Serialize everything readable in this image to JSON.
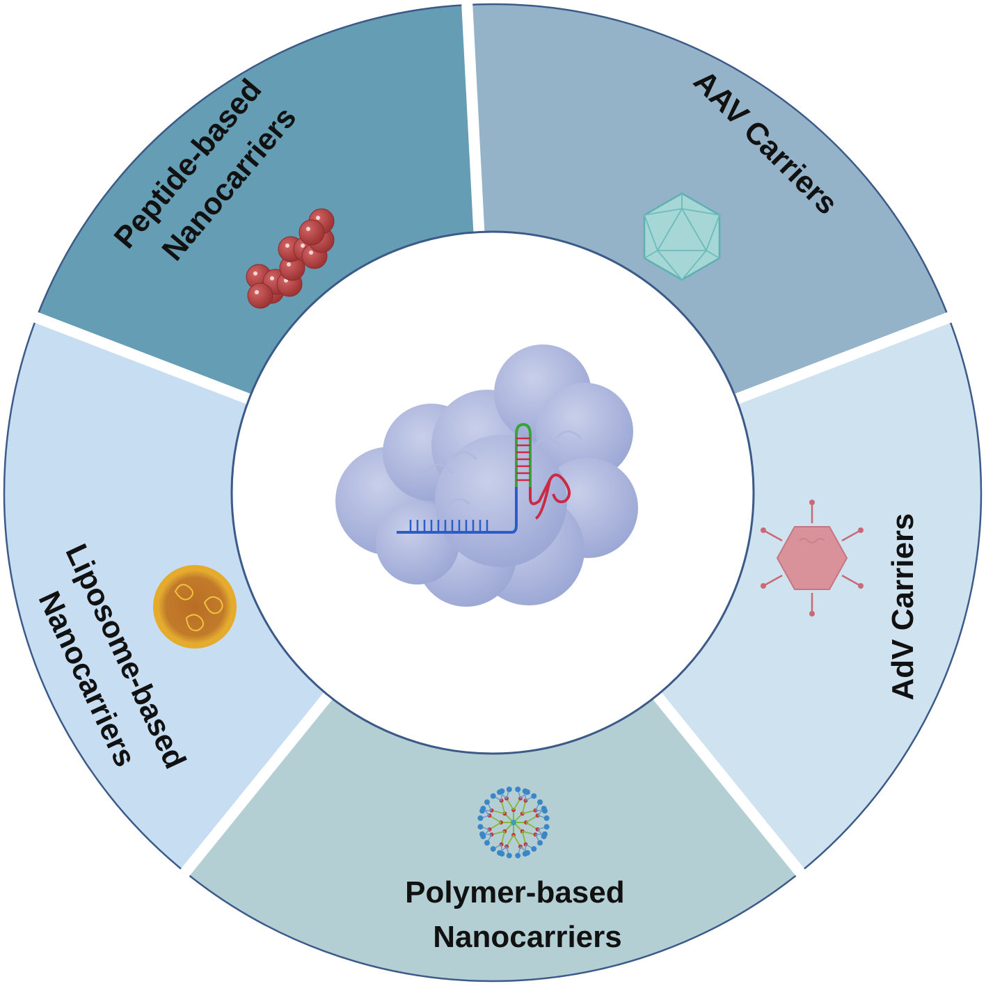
{
  "segments": [
    {
      "key": "aav",
      "label_lines": [
        "AAV Carriers"
      ],
      "fill": "#94b3c8",
      "icon": "icosahedron-capsid-icon"
    },
    {
      "key": "adv",
      "label_lines": [
        "AdV Carriers"
      ],
      "fill": "#cfe2ef",
      "icon": "adenovirus-hexagon-icon"
    },
    {
      "key": "polymer",
      "label_lines": [
        "Polymer-based",
        "Nanocarriers"
      ],
      "fill": "#b4cfd4",
      "icon": "dendrimer-polymer-icon"
    },
    {
      "key": "liposome",
      "label_lines": [
        "Liposome-based",
        "Nanocarriers"
      ],
      "fill": "#c6ddf2",
      "icon": "liposome-icon"
    },
    {
      "key": "peptide",
      "label_lines": [
        "Peptide-based",
        "Nanocarriers"
      ],
      "fill": "#659db4",
      "icon": "peptide-chain-icon"
    }
  ],
  "center": {
    "icon": "cas9-sgrna-complex-icon"
  },
  "colors": {
    "outline": "#3b5a88",
    "gap": "#ffffff",
    "center_fill": "#ffffff"
  }
}
